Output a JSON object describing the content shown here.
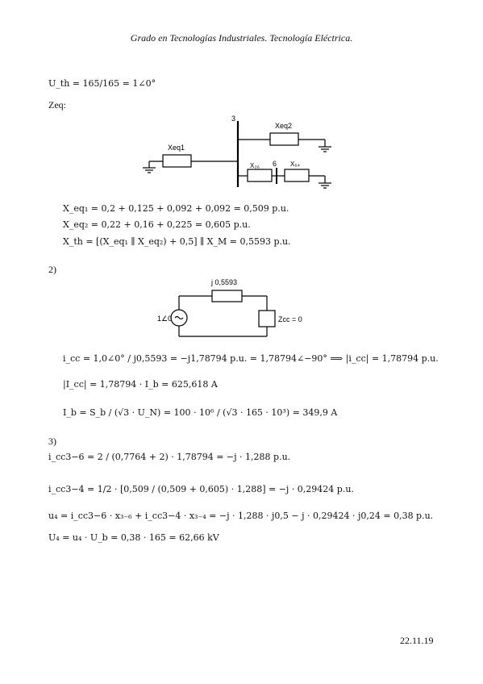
{
  "header": "Grado en Tecnologías Industriales. Tecnología Eléctrica.",
  "eq_uth": "U_th = 165/165 = 1∠0°",
  "zeq_label": "Zeq:",
  "diag1": {
    "node3": "3",
    "xeq2": "Xeq2",
    "xeq1": "Xeq1",
    "x36": "X₃₆",
    "node6": "6",
    "x64": "X₆₄"
  },
  "eq_xeq1": "X_eq₁ = 0,2 + 0,125 + 0,092 + 0,092 = 0,509 p.u.",
  "eq_xeq2": "X_eq₂ = 0,22 + 0,16 + 0,225 = 0,605 p.u.",
  "eq_xth": "X_th = [(X_eq₁ ∥ X_eq₂) + 0,5] ∥ X_M = 0,5593 p.u.",
  "sec2": "2)",
  "diag2": {
    "j": "j 0,5593",
    "src": "1∠0",
    "zcc": "Zcc = 0"
  },
  "eq_icc": "i_cc = 1,0∠0° / j0,5593 = −j1,78794 p.u. = 1,78794∠−90°  ⟹ |i_cc| = 1,78794 p.u.",
  "eq_icc_abs": "|I_cc| = 1,78794 · I_b = 625,618 A",
  "eq_ib": "I_b = S_b / (√3 · U_N) = 100 · 10⁶ / (√3 · 165 · 10³) = 349,9 A",
  "sec3": "3)",
  "eq_icc36": "i_cc3−6 = 2 / (0,7764 + 2) · 1,78794 = −j · 1,288 p.u.",
  "eq_icc34": "i_cc3−4 = 1/2 · [0,509 / (0,509 + 0,605) · 1,288] = −j · 0,29424 p.u.",
  "eq_u4": "u₄ = i_cc3−6 · x₃₋₆ + i_cc3−4 · x₃₋₄ = −j · 1,288 · j0,5 − j · 0,29424 · j0,24 =  0,38 p.u.",
  "eq_U4": "U₄ = u₄ · U_b =  0,38 · 165 = 62,66 kV",
  "date": "22.11.19"
}
